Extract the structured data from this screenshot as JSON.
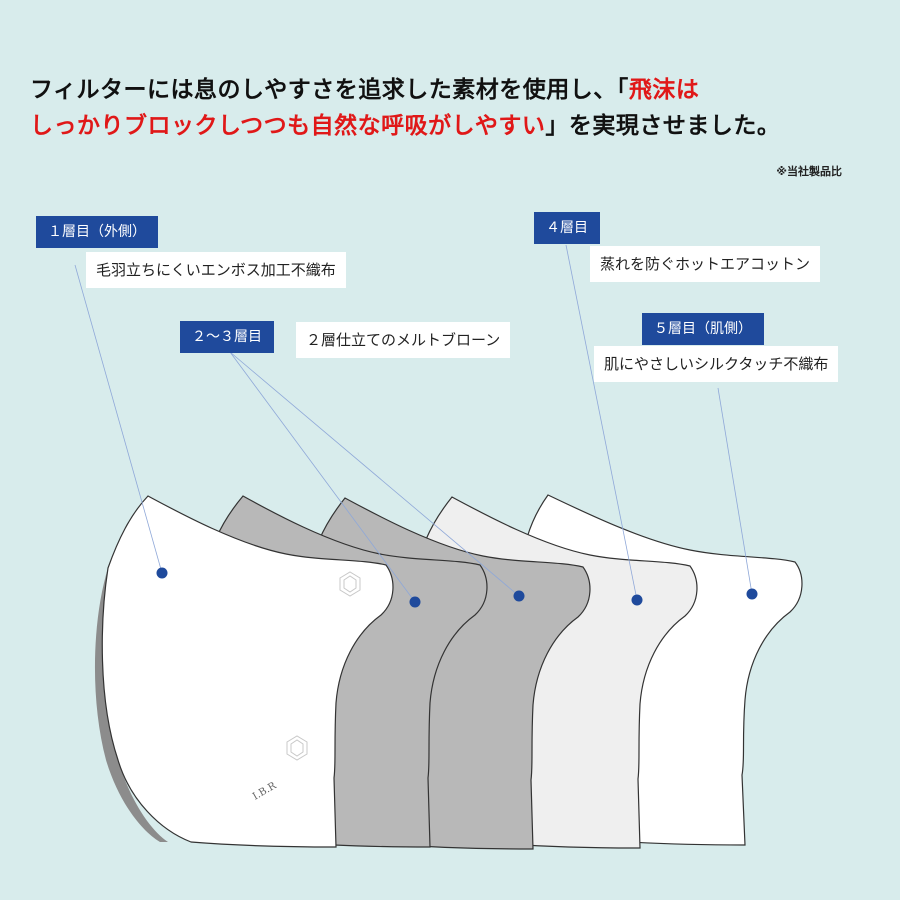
{
  "headline": {
    "line1_black": "フィルターには息のしやすさを追求した素材を使用し、「",
    "line1_red": "飛沫は",
    "line2_red": "しっかりブロックしつつも自然な呼吸がしやすい",
    "line2_black": "」を実現させました。"
  },
  "note": "※当社製品比",
  "layers": [
    {
      "label": "１層目（外側）",
      "description": "毛羽立ちにくいエンボス加工不織布"
    },
    {
      "label": "２〜３層目",
      "description": "２層仕立てのメルトブローン"
    },
    {
      "label": "４層目",
      "description": "蒸れを防ぐホットエアコットン"
    },
    {
      "label": "５層目（肌側）",
      "description": "肌にやさしいシルクタッチ不織布"
    }
  ],
  "mask_logo": "I.B.R",
  "colors": {
    "background": "#d8ecec",
    "label_bg": "#1f4a9c",
    "accent_red": "#e01818",
    "dot": "#1f4a9c",
    "leader_line": "#8fa8d8"
  }
}
